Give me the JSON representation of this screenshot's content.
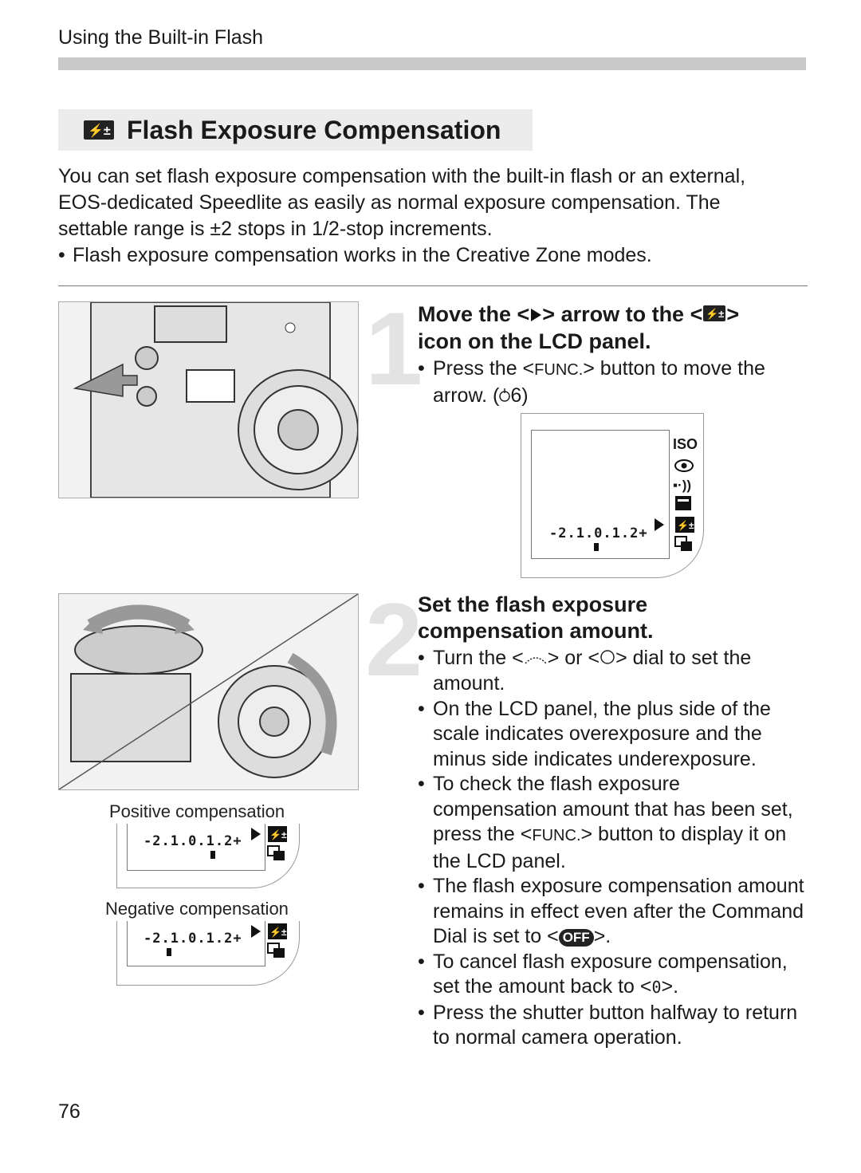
{
  "header": {
    "running_head": "Using the Built-in Flash"
  },
  "section": {
    "title": "Flash Exposure Compensation"
  },
  "intro": {
    "paragraph": "You can set flash exposure compensation with the built-in flash or an external, EOS-dedicated Speedlite as easily as normal exposure compensation. The settable range is ±2 stops in 1/2-stop increments.",
    "bullet": "Flash exposure compensation works in the Creative Zone modes."
  },
  "step1": {
    "number": "1",
    "title_a": "Move the <",
    "title_b": "> arrow to the <",
    "title_c": ">",
    "title_d": "icon on the LCD panel.",
    "bullet_a": "Press the <",
    "bullet_func": "FUNC.",
    "bullet_b": "> button to move the arrow. (",
    "bullet_ref": "6",
    "bullet_c": ")",
    "lcd": {
      "iso": "ISO",
      "scale": "-2.1.0.1.2+"
    }
  },
  "step2": {
    "number": "2",
    "title_a": "Set the flash exposure",
    "title_b": "compensation amount.",
    "b1_a": "Turn the <",
    "b1_b": "> or <",
    "b1_c": "> dial to set the amount.",
    "b2": "On the LCD panel, the plus side of the scale indicates overexposure and the minus side indicates underexposure.",
    "b3_a": "To check the flash exposure compensation amount that has been set, press the <",
    "b3_func": "FUNC.",
    "b3_b": "> button to display it on the LCD panel.",
    "b4_a": "The flash exposure compensation amount remains in effect even after the Command Dial is set to <",
    "b4_off": "OFF",
    "b4_b": ">.",
    "b5_a": "To cancel flash exposure compensation, set the amount back to <",
    "b5_zero": "0",
    "b5_b": ">.",
    "b6": "Press the shutter button halfway to return to normal camera operation."
  },
  "captions": {
    "positive": "Positive compensation",
    "negative": "Negative compensation",
    "scale": "-2.1.0.1.2+"
  },
  "page_number": "76"
}
